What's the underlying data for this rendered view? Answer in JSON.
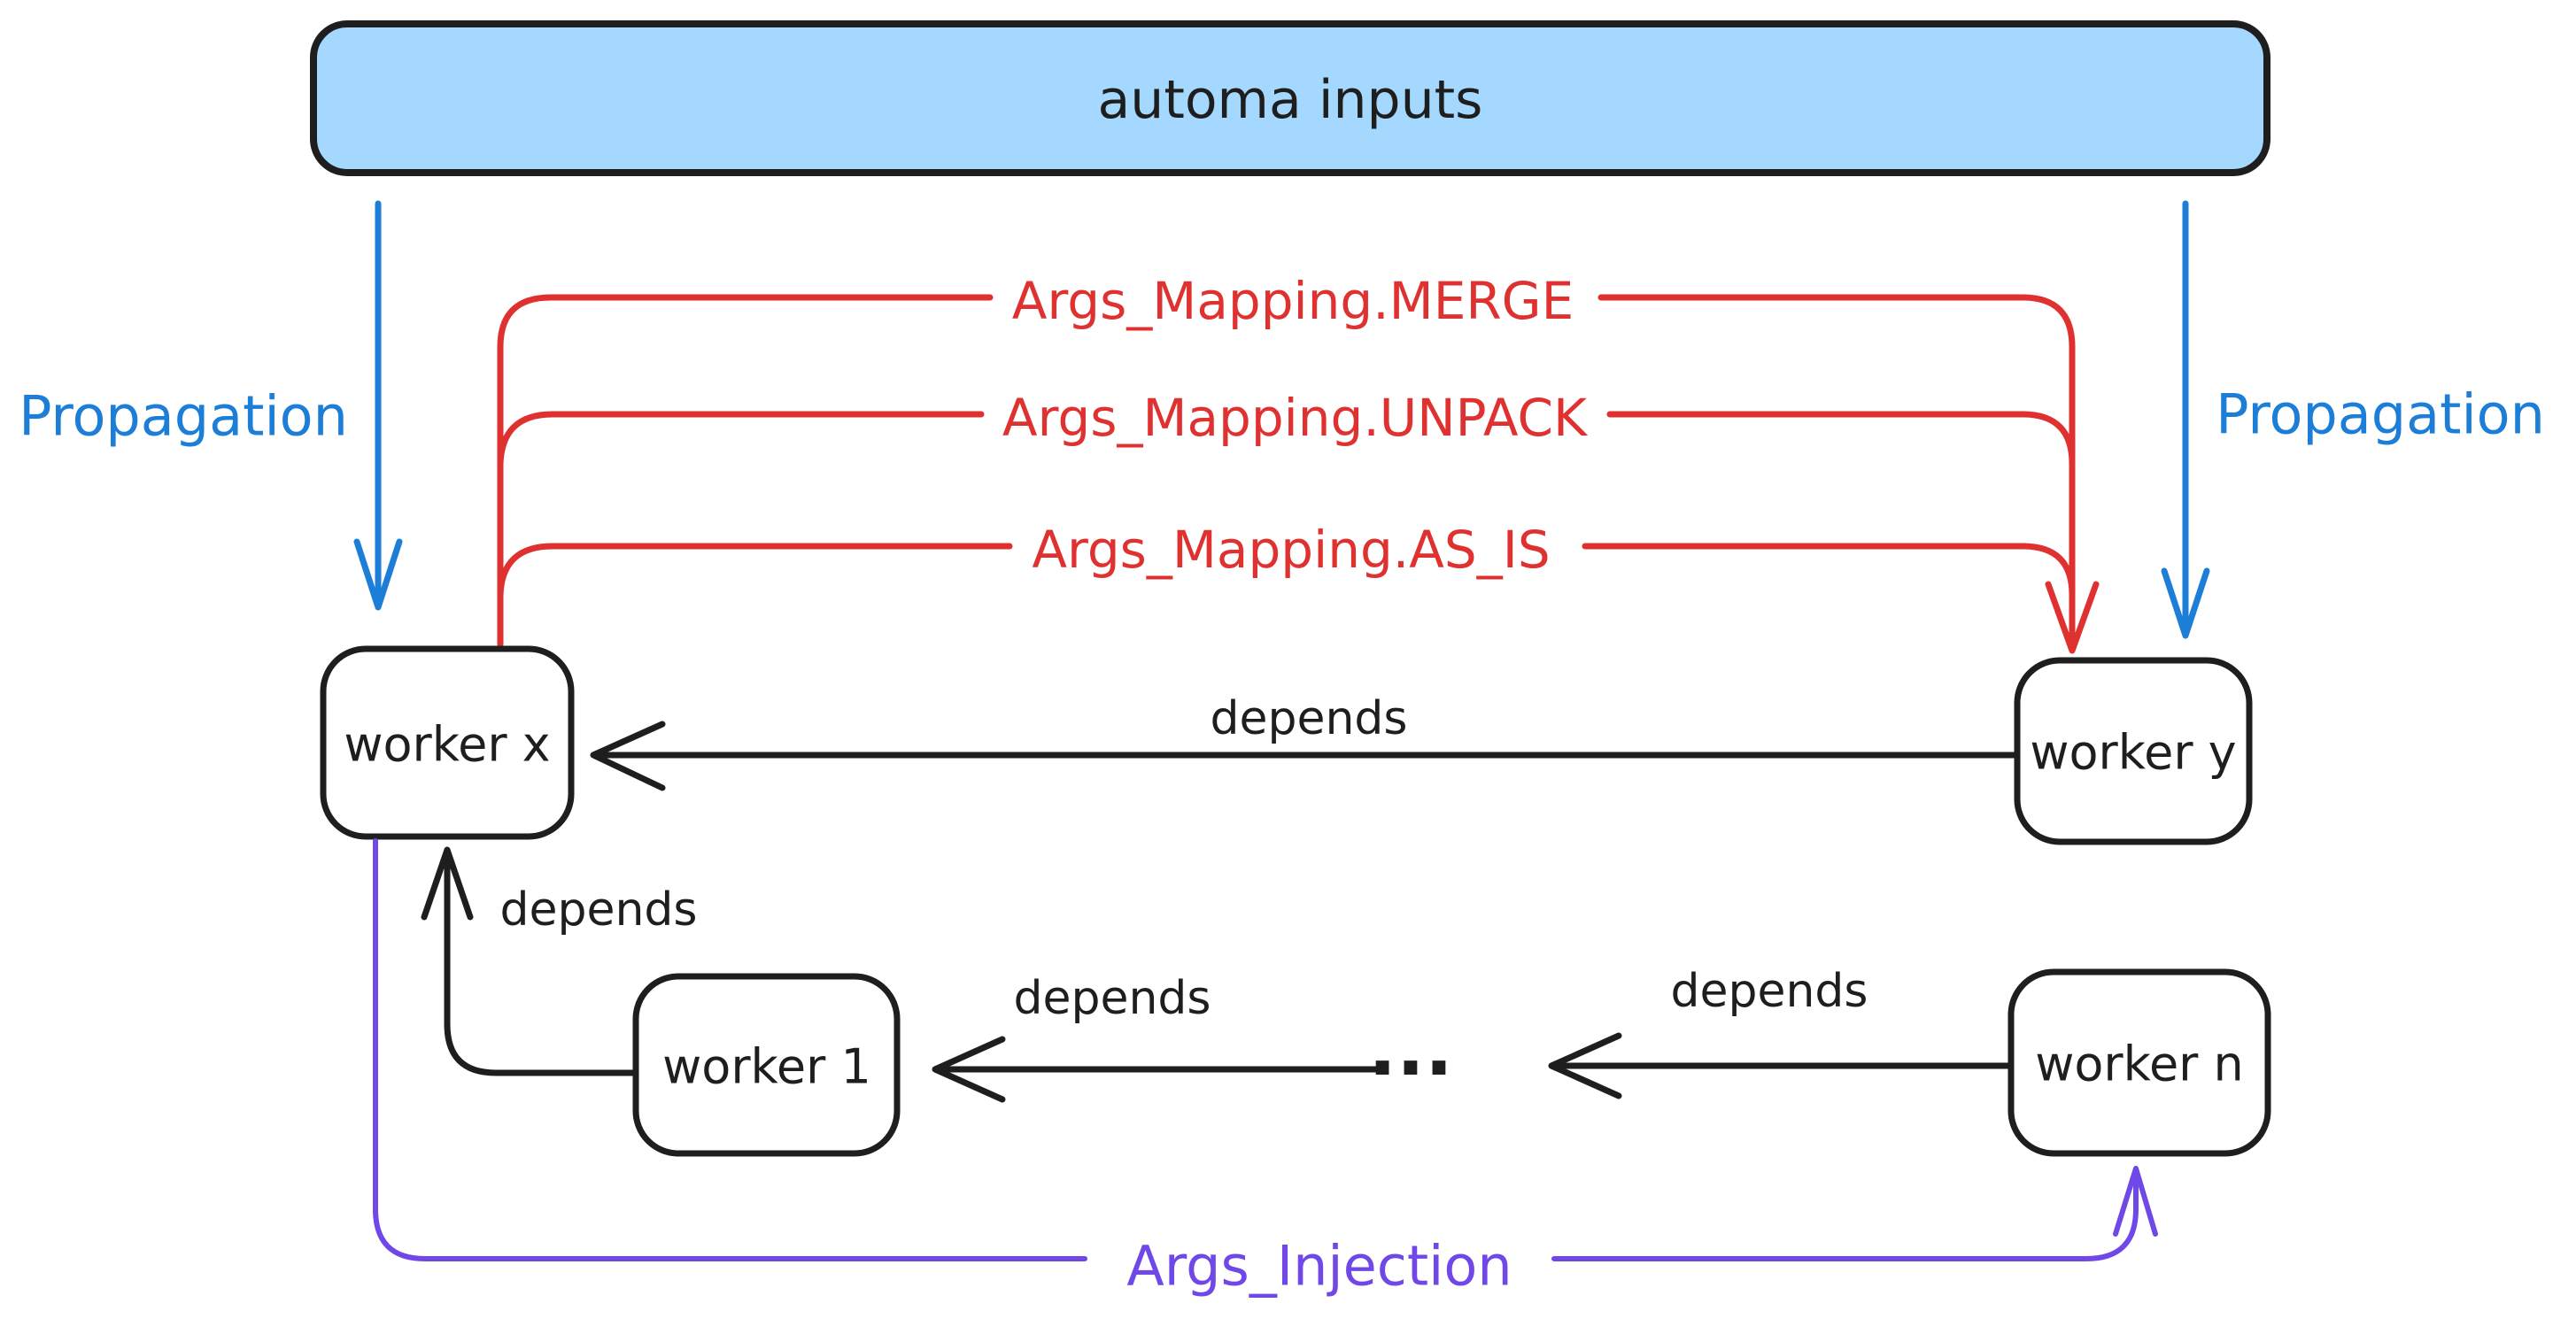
{
  "diagram": {
    "colors": {
      "background": "#ffffff",
      "black": "#1e1e1e",
      "blue": "#1c7ed6",
      "red": "#e03131",
      "purple": "#7048e8",
      "input_box_fill": "#a5d8ff"
    },
    "nodes": {
      "automa_inputs": {
        "label": "automa inputs"
      },
      "worker_x": {
        "label": "worker x"
      },
      "worker_y": {
        "label": "worker y"
      },
      "worker_1": {
        "label": "worker 1"
      },
      "worker_n": {
        "label": "worker n"
      },
      "ellipsis": {
        "label": "..."
      }
    },
    "edges": {
      "propagation_left": {
        "label": "Propagation",
        "color": "#1c7ed6"
      },
      "propagation_right": {
        "label": "Propagation",
        "color": "#1c7ed6"
      },
      "args_mapping_merge": {
        "label": "Args_Mapping.MERGE",
        "color": "#e03131"
      },
      "args_mapping_unpack": {
        "label": "Args_Mapping.UNPACK",
        "color": "#e03131"
      },
      "args_mapping_as_is": {
        "label": "Args_Mapping.AS_IS",
        "color": "#e03131"
      },
      "depends_y_to_x": {
        "label": "depends",
        "color": "#1e1e1e"
      },
      "depends_1_to_x": {
        "label": "depends",
        "color": "#1e1e1e"
      },
      "depends_dots_to_1": {
        "label": "depends",
        "color": "#1e1e1e"
      },
      "depends_n_to_dots": {
        "label": "depends",
        "color": "#1e1e1e"
      },
      "args_injection": {
        "label": "Args_Injection",
        "color": "#7048e8"
      }
    }
  }
}
